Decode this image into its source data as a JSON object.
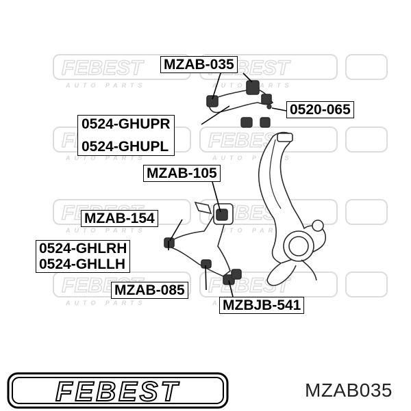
{
  "watermark": {
    "brand": "FEBEST",
    "tagline": "AUTO PARTS"
  },
  "labels": {
    "upper_bushing": "MZAB-035",
    "upper_arm": [
      "0524-GHUPR",
      "0524-GHUPL"
    ],
    "ball_joint_upper": "0520-065",
    "rear_bushing": "MZAB-105",
    "front_bushing": "MZAB-154",
    "lower_arm": [
      "0524-GHLRH",
      "0524-GHLLH"
    ],
    "lower_bushing": "MZAB-085",
    "ball_joint_lower": "MZBJB-541"
  },
  "logo": {
    "text": "FEBEST"
  },
  "part_number": "MZAB035",
  "colors": {
    "line": "#000000",
    "watermark": "#d6d6d6",
    "part": "#3a3a3a"
  }
}
